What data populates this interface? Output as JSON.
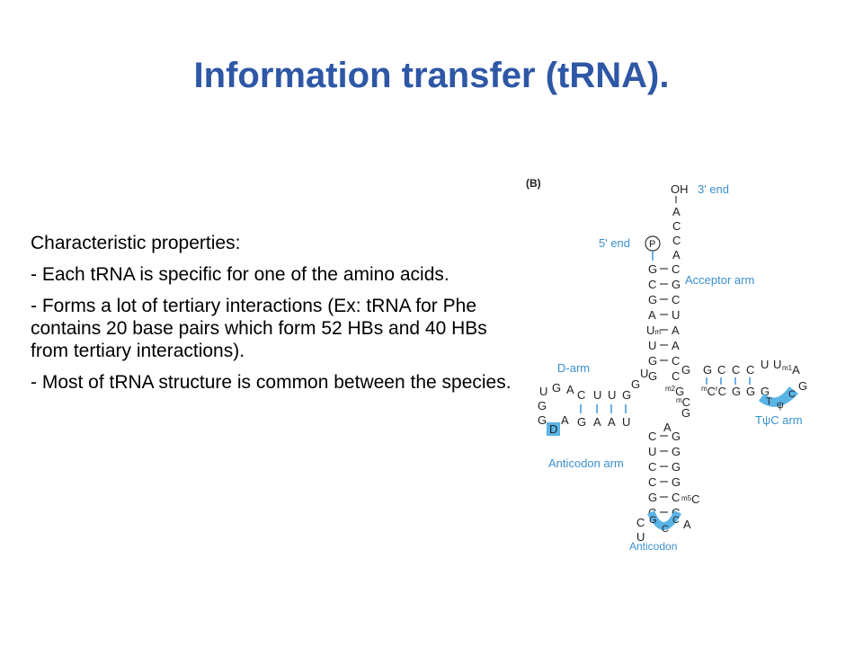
{
  "slide": {
    "title": "Information transfer (tRNA).",
    "paragraphs": [
      "Characteristic properties:",
      "- Each tRNA is specific for one of the amino acids.",
      "- Forms a lot of tertiary interactions (Ex: tRNA for Phe contains 20 base pairs which form 52 HBs and 40 HBs from tertiary interactions).",
      "- Most of tRNA structure is common between the species."
    ]
  },
  "figure": {
    "panel_label": "(B)",
    "labels": {
      "oh": "OH",
      "three_end": "3' end",
      "five_end": "5' end",
      "phosphate": "P",
      "acceptor_arm": "Acceptor arm",
      "d_arm": "D-arm",
      "tpsic_arm": "TψC arm",
      "anticodon_arm": "Anticodon arm",
      "anticodon": "Anticodon"
    },
    "colors": {
      "accent": "#5ab4e6",
      "label": "#3a90d0",
      "title": "#2e57a6"
    }
  }
}
